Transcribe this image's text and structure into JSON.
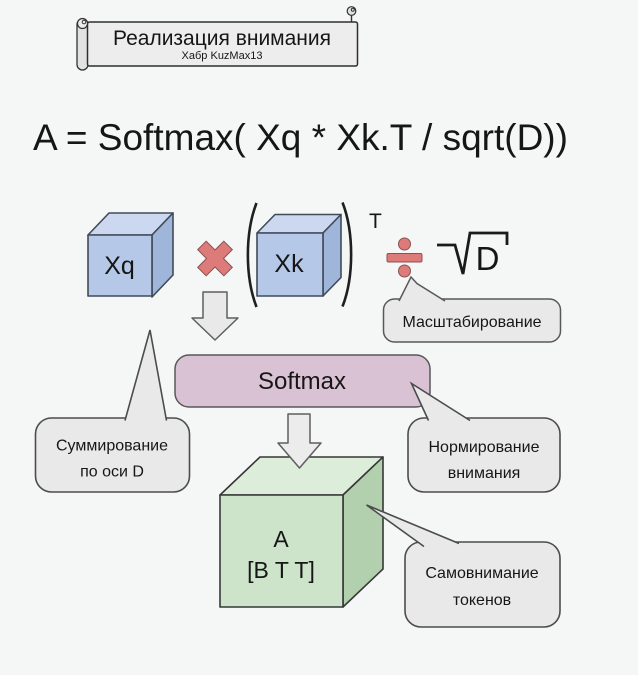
{
  "banner": {
    "title": "Реализация внимания",
    "subtitle": "Хабр KuzMax13"
  },
  "formula": "A = Softmax( Xq * Xk.T / sqrt(D))",
  "operands": {
    "query_cube": "Xq",
    "key_cube": "Xk",
    "transpose": "T",
    "sqrt_arg": "D"
  },
  "softmax": {
    "label": "Softmax"
  },
  "result": {
    "label": "A",
    "shape": "[B T T]"
  },
  "callouts": {
    "scaling": {
      "text": "Масштабирование"
    },
    "summation": {
      "line1": "Суммирование",
      "line2": "по оси D"
    },
    "normalization": {
      "line1": "Нормирование",
      "line2": "внимания"
    },
    "self_attention": {
      "line1": "Самовнимание",
      "line2": "токенов"
    }
  },
  "colors": {
    "background": "#f5f6f6",
    "cube_blue": "#b5c8e8",
    "cube_blue_top": "#ccd8f0",
    "cube_blue_side": "#9fb5da",
    "cube_green": "#cde4cb",
    "cube_green_top": "#dcedda",
    "cube_green_side": "#b2cfae",
    "softmax_pink": "#d9c2d4",
    "operator_red": "#dd7a7a",
    "callout_gray": "#e9e9e9"
  }
}
